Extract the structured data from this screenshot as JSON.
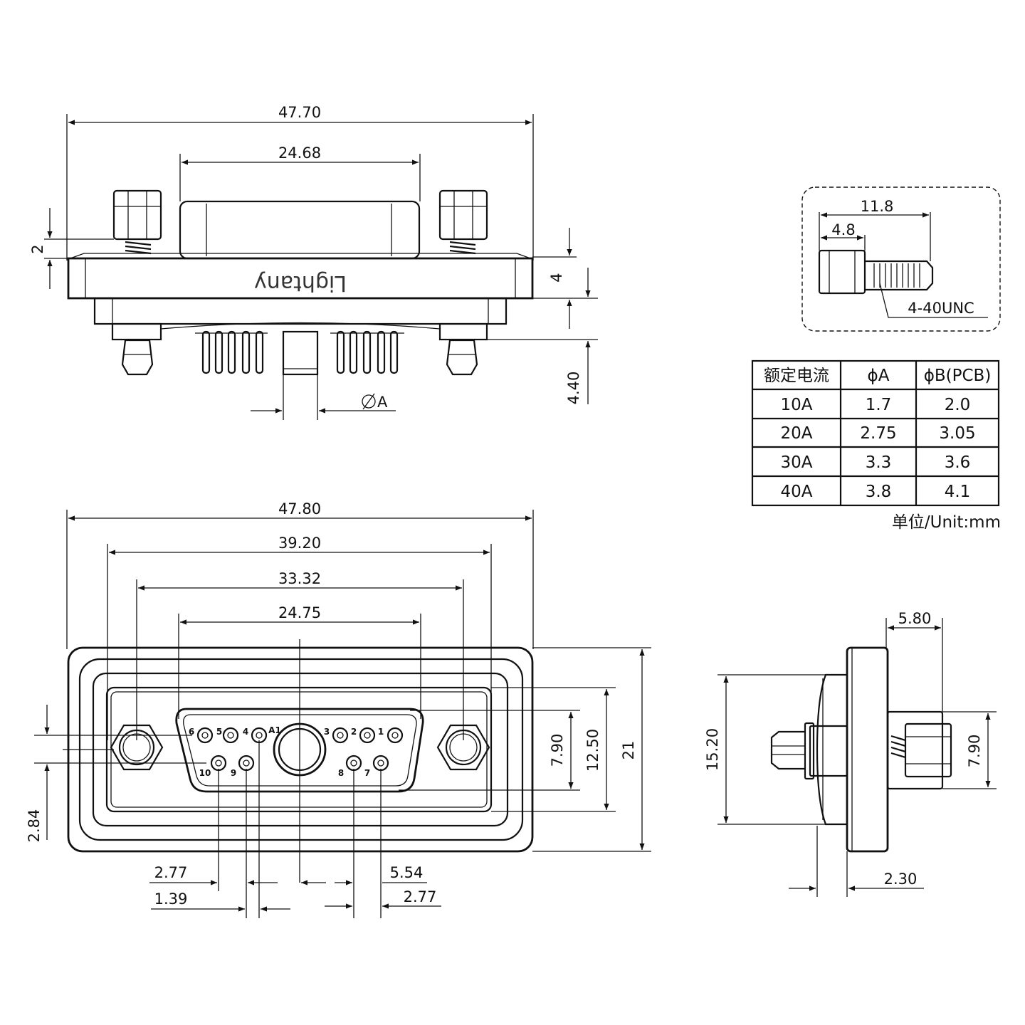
{
  "brand": "Lightany",
  "top_view": {
    "overall_width": "47.70",
    "shell_width": "24.68",
    "screw_protrusion": "2",
    "flange_thickness": "4",
    "pin_length": "4.40",
    "contact_diameter": "A"
  },
  "screw_detail": {
    "total_length": "11.8",
    "head_length": "4.8",
    "thread": "4-40UNC"
  },
  "spec_table": {
    "headers": [
      "额定电流",
      "ϕA",
      "ϕB(PCB)"
    ],
    "rows": [
      [
        "10A",
        "1.7",
        "2.0"
      ],
      [
        "20A",
        "2.75",
        "3.05"
      ],
      [
        "30A",
        "3.3",
        "3.6"
      ],
      [
        "40A",
        "3.8",
        "4.1"
      ]
    ],
    "unit_note": "单位/Unit:mm"
  },
  "front_view": {
    "overall_width": "47.80",
    "mount_width": "39.20",
    "hole_spacing": "33.32",
    "shell_width": "24.75",
    "shell_height": "7.90",
    "inner_height": "12.50",
    "overall_height": "21",
    "row_offset": "2.84",
    "pitch_a": "2.77",
    "pitch_b": "1.39",
    "pitch_c": "5.54",
    "pitch_d": "2.77",
    "pin_labels": {
      "p1": "1",
      "p2": "2",
      "p3": "3",
      "pa1": "A1",
      "p4": "4",
      "p5": "5",
      "p6": "6",
      "p7": "7",
      "p8": "8",
      "p9": "9",
      "p10": "10"
    }
  },
  "side_view": {
    "flange_depth": "5.80",
    "body_height": "15.20",
    "screw_height": "7.90",
    "flange_thickness": "2.30"
  }
}
